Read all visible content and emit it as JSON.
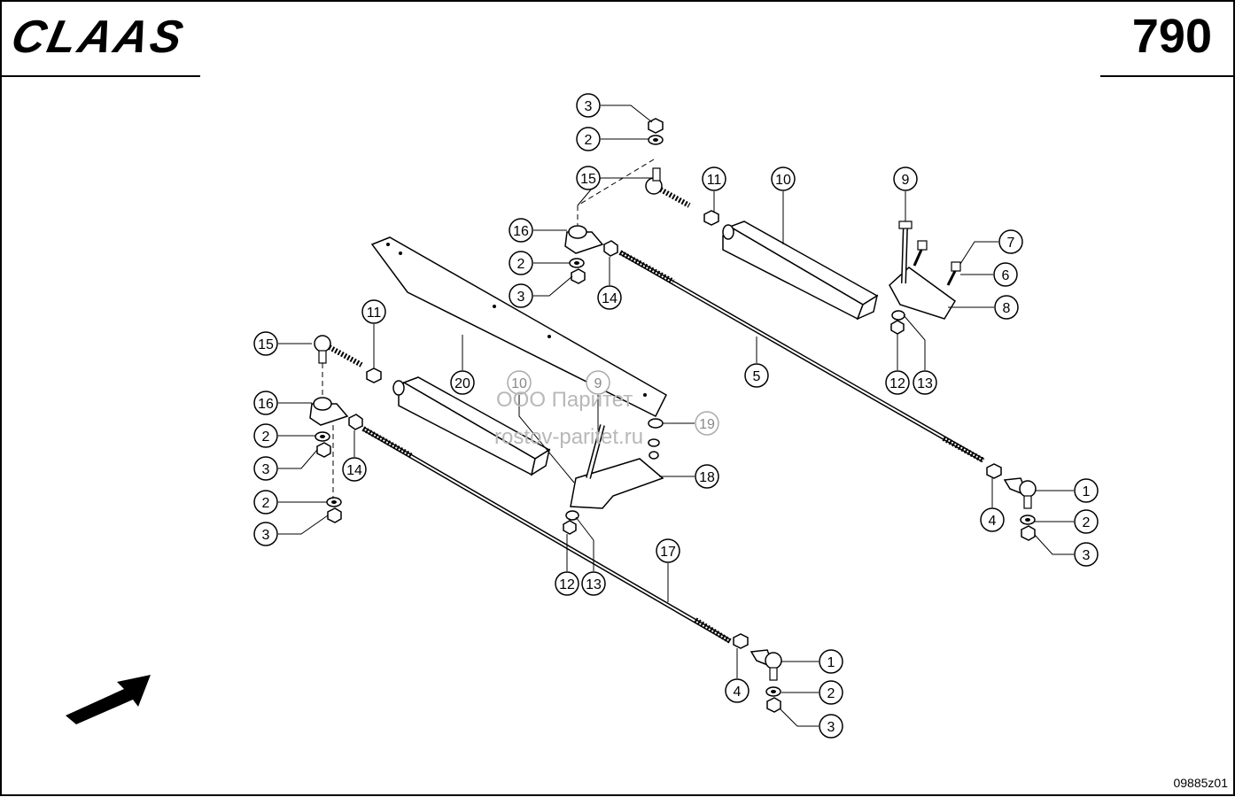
{
  "header": {
    "brand": "CLAAS",
    "page_number": "790"
  },
  "footer": {
    "drawing_code": "09885z01"
  },
  "watermark": {
    "line1": "ООО Паритет",
    "line2": "rostov-paritet.ru"
  },
  "callouts": [
    {
      "id": "c1",
      "label": "3"
    },
    {
      "id": "c2",
      "label": "2"
    },
    {
      "id": "c3",
      "label": "15"
    },
    {
      "id": "c4",
      "label": "16"
    },
    {
      "id": "c5",
      "label": "2"
    },
    {
      "id": "c6",
      "label": "3"
    },
    {
      "id": "c7",
      "label": "14"
    },
    {
      "id": "c8",
      "label": "11"
    },
    {
      "id": "c9",
      "label": "10"
    },
    {
      "id": "c10",
      "label": "9"
    },
    {
      "id": "c11",
      "label": "7"
    },
    {
      "id": "c12",
      "label": "6"
    },
    {
      "id": "c13",
      "label": "8"
    },
    {
      "id": "c14",
      "label": "12"
    },
    {
      "id": "c15",
      "label": "13"
    },
    {
      "id": "c16",
      "label": "5"
    },
    {
      "id": "c17",
      "label": "20"
    },
    {
      "id": "c18",
      "label": "11"
    },
    {
      "id": "c19",
      "label": "15"
    },
    {
      "id": "c20",
      "label": "16"
    },
    {
      "id": "c21",
      "label": "2"
    },
    {
      "id": "c22",
      "label": "3"
    },
    {
      "id": "c23",
      "label": "14"
    },
    {
      "id": "c24",
      "label": "2"
    },
    {
      "id": "c25",
      "label": "3"
    },
    {
      "id": "c26",
      "label": "10"
    },
    {
      "id": "c27",
      "label": "9"
    },
    {
      "id": "c28",
      "label": "19"
    },
    {
      "id": "c29",
      "label": "18"
    },
    {
      "id": "c30",
      "label": "12"
    },
    {
      "id": "c31",
      "label": "13"
    },
    {
      "id": "c32",
      "label": "17"
    },
    {
      "id": "c33",
      "label": "1"
    },
    {
      "id": "c34",
      "label": "4"
    },
    {
      "id": "c35",
      "label": "2"
    },
    {
      "id": "c36",
      "label": "3"
    },
    {
      "id": "c37",
      "label": "1"
    },
    {
      "id": "c38",
      "label": "4"
    },
    {
      "id": "c39",
      "label": "2"
    },
    {
      "id": "c40",
      "label": "3"
    }
  ]
}
